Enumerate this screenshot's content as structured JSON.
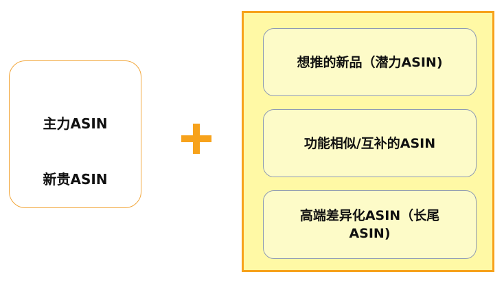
{
  "left_group": {
    "items": [
      "主力ASIN",
      "新贵ASIN"
    ]
  },
  "operator": "+",
  "right_group": {
    "items": [
      "想推的新品（潜力ASIN)",
      "功能相似/互补的ASIN",
      "高端差异化ASIN（长尾ASIN)"
    ]
  },
  "colors": {
    "accent": "#f7a21b",
    "panel_fill": "#fff9a5",
    "box_fill": "#fdfbc8",
    "box_border": "#8d99b5"
  }
}
